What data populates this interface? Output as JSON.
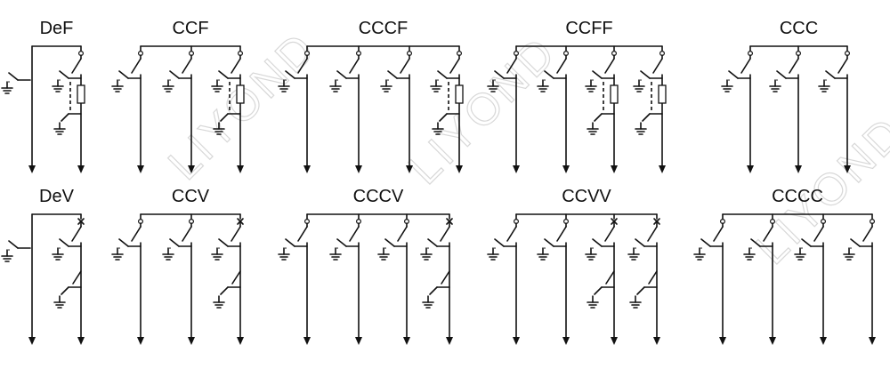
{
  "watermark": "LIYOND",
  "colors": {
    "line": "#111111",
    "watermark": "#d8d8d8",
    "background": "#ffffff"
  },
  "units": [
    {
      "label": "DeF",
      "cols": [
        "DE",
        "F"
      ]
    },
    {
      "label": "CCF",
      "cols": [
        "C",
        "C",
        "F"
      ]
    },
    {
      "label": "CCCF",
      "cols": [
        "C",
        "C",
        "C",
        "F"
      ]
    },
    {
      "label": "CCFF",
      "cols": [
        "C",
        "C",
        "F",
        "F"
      ]
    },
    {
      "label": "CCC",
      "cols": [
        "C",
        "C",
        "C"
      ]
    },
    {
      "label": "DeV",
      "cols": [
        "DE",
        "V"
      ]
    },
    {
      "label": "CCV",
      "cols": [
        "C",
        "C",
        "V"
      ]
    },
    {
      "label": "CCCV",
      "cols": [
        "C",
        "C",
        "C",
        "V"
      ]
    },
    {
      "label": "CCVV",
      "cols": [
        "C",
        "C",
        "V",
        "V"
      ]
    },
    {
      "label": "CCCC",
      "cols": [
        "C",
        "C",
        "C",
        "C"
      ]
    }
  ]
}
